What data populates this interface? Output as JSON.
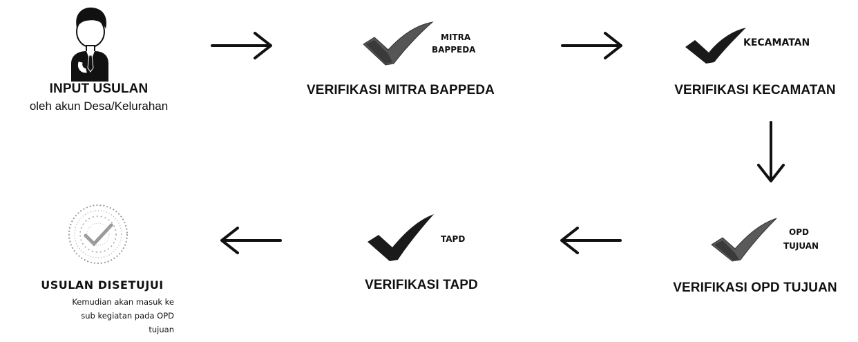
{
  "nodes": {
    "input": {
      "title": "INPUT USULAN",
      "subtitle": "oleh akun Desa/Kelurahan",
      "icon": "person-icon"
    },
    "mitra": {
      "title": "VERIFIKASI MITRA BAPPEDA",
      "tag_line1": "MITRA",
      "tag_line2": "BAPPEDA",
      "icon": "checkmark-icon"
    },
    "kecamatan": {
      "title": "VERIFIKASI KECAMATAN",
      "tag": "KECAMATAN",
      "icon": "checkmark-icon"
    },
    "opd": {
      "title": "VERIFIKASI OPD TUJUAN",
      "tag_line1": "OPD",
      "tag_line2": "TUJUAN",
      "icon": "checkmark-icon"
    },
    "tapd": {
      "title": "VERIFIKASI TAPD",
      "tag": "TAPD",
      "icon": "checkmark-icon"
    },
    "approved": {
      "title": "USULAN DISETUJUI",
      "subtitle_lines": [
        "Kemudian akan masuk ke",
        "sub kegiatan pada OPD",
        "tujuan"
      ],
      "icon": "approved-stamp-icon"
    }
  },
  "arrows": [
    "arrow-right-icon",
    "arrow-right-icon",
    "arrow-down-icon",
    "arrow-left-icon",
    "arrow-left-icon"
  ],
  "colors": {
    "ink": "#111111",
    "check_dark": "#1a1a1a",
    "check_grey": "#555555",
    "stamp_grey": "#9a9a9a"
  }
}
